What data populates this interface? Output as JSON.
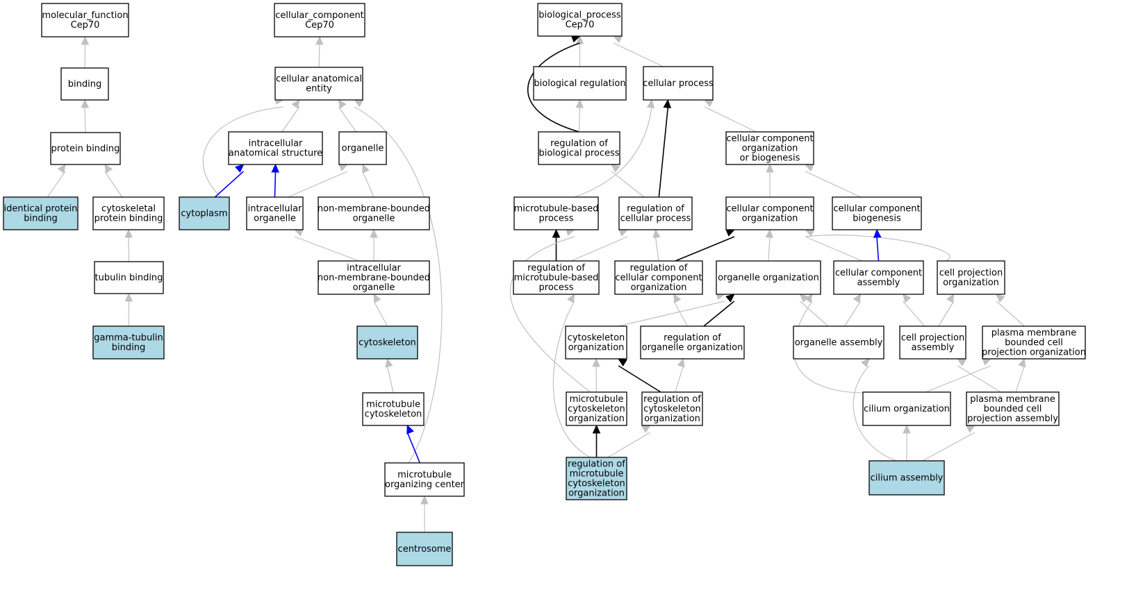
{
  "colors": {
    "highlight_fill": "#add8e6",
    "default_fill": "#ffffff",
    "edge_gray": "#c0c0c0",
    "edge_black": "#000000",
    "edge_blue": "#0000ff"
  },
  "nodes": [
    {
      "id": "mf_root",
      "lines": [
        "molecular_function",
        "Cep70"
      ],
      "highlight": false
    },
    {
      "id": "binding",
      "lines": [
        "binding"
      ],
      "highlight": false
    },
    {
      "id": "protein_binding",
      "lines": [
        "protein binding"
      ],
      "highlight": false
    },
    {
      "id": "identical_protein_binding",
      "lines": [
        "identical protein",
        "binding"
      ],
      "highlight": true
    },
    {
      "id": "cytoskeletal_protein_binding",
      "lines": [
        "cytoskeletal",
        "protein binding"
      ],
      "highlight": false
    },
    {
      "id": "tubulin_binding",
      "lines": [
        "tubulin binding"
      ],
      "highlight": false
    },
    {
      "id": "gamma_tubulin_binding",
      "lines": [
        "gamma-tubulin",
        "binding"
      ],
      "highlight": true
    },
    {
      "id": "cc_root",
      "lines": [
        "cellular_component",
        "Cep70"
      ],
      "highlight": false
    },
    {
      "id": "cellular_anatomical_entity",
      "lines": [
        "cellular anatomical",
        "entity"
      ],
      "highlight": false
    },
    {
      "id": "intracellular_anatomical_structure",
      "lines": [
        "intracellular",
        "anatomical structure"
      ],
      "highlight": false
    },
    {
      "id": "organelle",
      "lines": [
        "organelle"
      ],
      "highlight": false
    },
    {
      "id": "cytoplasm",
      "lines": [
        "cytoplasm"
      ],
      "highlight": true
    },
    {
      "id": "intracellular_organelle",
      "lines": [
        "intracellular",
        "organelle"
      ],
      "highlight": false
    },
    {
      "id": "non_membrane_bounded_organelle",
      "lines": [
        "non-membrane-bounded",
        "organelle"
      ],
      "highlight": false
    },
    {
      "id": "intracellular_nmb_organelle",
      "lines": [
        "intracellular",
        "non-membrane-bounded",
        "organelle"
      ],
      "highlight": false
    },
    {
      "id": "cytoskeleton",
      "lines": [
        "cytoskeleton"
      ],
      "highlight": true
    },
    {
      "id": "microtubule_cytoskeleton",
      "lines": [
        "microtubule",
        "cytoskeleton"
      ],
      "highlight": false
    },
    {
      "id": "microtubule_organizing_center",
      "lines": [
        "microtubule",
        "organizing center"
      ],
      "highlight": false
    },
    {
      "id": "centrosome",
      "lines": [
        "centrosome"
      ],
      "highlight": true
    },
    {
      "id": "bp_root",
      "lines": [
        "biological_process",
        "Cep70"
      ],
      "highlight": false
    },
    {
      "id": "biological_regulation",
      "lines": [
        "biological regulation"
      ],
      "highlight": false
    },
    {
      "id": "cellular_process",
      "lines": [
        "cellular process"
      ],
      "highlight": false
    },
    {
      "id": "regulation_of_biological_process",
      "lines": [
        "regulation of",
        "biological process"
      ],
      "highlight": false
    },
    {
      "id": "ccob",
      "lines": [
        "cellular component",
        "organization",
        "or biogenesis"
      ],
      "highlight": false
    },
    {
      "id": "microtubule_based_process",
      "lines": [
        "microtubule-based",
        "process"
      ],
      "highlight": false
    },
    {
      "id": "regulation_of_cellular_process",
      "lines": [
        "regulation of",
        "cellular process"
      ],
      "highlight": false
    },
    {
      "id": "cc_organization",
      "lines": [
        "cellular component",
        "organization"
      ],
      "highlight": false
    },
    {
      "id": "cc_biogenesis",
      "lines": [
        "cellular component",
        "biogenesis"
      ],
      "highlight": false
    },
    {
      "id": "reg_mt_based_process",
      "lines": [
        "regulation of",
        "microtubule-based",
        "process"
      ],
      "highlight": false
    },
    {
      "id": "reg_cc_organization",
      "lines": [
        "regulation of",
        "cellular component",
        "organization"
      ],
      "highlight": false
    },
    {
      "id": "organelle_organization",
      "lines": [
        "organelle organization"
      ],
      "highlight": false
    },
    {
      "id": "cc_assembly",
      "lines": [
        "cellular component",
        "assembly"
      ],
      "highlight": false
    },
    {
      "id": "cell_projection_organization",
      "lines": [
        "cell projection",
        "organization"
      ],
      "highlight": false
    },
    {
      "id": "cytoskeleton_organization",
      "lines": [
        "cytoskeleton",
        "organization"
      ],
      "highlight": false
    },
    {
      "id": "reg_organelle_organization",
      "lines": [
        "regulation of",
        "organelle organization"
      ],
      "highlight": false
    },
    {
      "id": "organelle_assembly",
      "lines": [
        "organelle assembly"
      ],
      "highlight": false
    },
    {
      "id": "cell_projection_assembly",
      "lines": [
        "cell projection",
        "assembly"
      ],
      "highlight": false
    },
    {
      "id": "pm_bounded_cp_organization",
      "lines": [
        "plasma membrane",
        "bounded cell",
        "projection organization"
      ],
      "highlight": false
    },
    {
      "id": "mt_cytoskeleton_organization",
      "lines": [
        "microtubule",
        "cytoskeleton",
        "organization"
      ],
      "highlight": false
    },
    {
      "id": "reg_cytoskeleton_organization",
      "lines": [
        "regulation of",
        "cytoskeleton",
        "organization"
      ],
      "highlight": false
    },
    {
      "id": "cilium_organization",
      "lines": [
        "cilium organization"
      ],
      "highlight": false
    },
    {
      "id": "pm_bounded_cp_assembly",
      "lines": [
        "plasma membrane",
        "bounded cell",
        "projection assembly"
      ],
      "highlight": false
    },
    {
      "id": "reg_mt_cytoskeleton_organization",
      "lines": [
        "regulation of",
        "microtubule",
        "cytoskeleton",
        "organization"
      ],
      "highlight": true
    },
    {
      "id": "cilium_assembly",
      "lines": [
        "cilium assembly"
      ],
      "highlight": true
    }
  ],
  "edges": [
    {
      "from": "binding",
      "to": "mf_root",
      "kind": "gray"
    },
    {
      "from": "protein_binding",
      "to": "binding",
      "kind": "gray"
    },
    {
      "from": "identical_protein_binding",
      "to": "protein_binding",
      "kind": "gray"
    },
    {
      "from": "cytoskeletal_protein_binding",
      "to": "protein_binding",
      "kind": "gray"
    },
    {
      "from": "tubulin_binding",
      "to": "cytoskeletal_protein_binding",
      "kind": "gray"
    },
    {
      "from": "gamma_tubulin_binding",
      "to": "tubulin_binding",
      "kind": "gray"
    },
    {
      "from": "cellular_anatomical_entity",
      "to": "cc_root",
      "kind": "gray"
    },
    {
      "from": "intracellular_anatomical_structure",
      "to": "cellular_anatomical_entity",
      "kind": "gray"
    },
    {
      "from": "organelle",
      "to": "cellular_anatomical_entity",
      "kind": "gray"
    },
    {
      "from": "cytoplasm",
      "to": "cellular_anatomical_entity",
      "kind": "gray"
    },
    {
      "from": "microtubule_organizing_center",
      "to": "cellular_anatomical_entity",
      "kind": "gray"
    },
    {
      "from": "cytoplasm",
      "to": "intracellular_anatomical_structure",
      "kind": "blue"
    },
    {
      "from": "intracellular_organelle",
      "to": "intracellular_anatomical_structure",
      "kind": "blue"
    },
    {
      "from": "intracellular_organelle",
      "to": "organelle",
      "kind": "gray"
    },
    {
      "from": "non_membrane_bounded_organelle",
      "to": "organelle",
      "kind": "gray"
    },
    {
      "from": "intracellular_nmb_organelle",
      "to": "intracellular_organelle",
      "kind": "gray"
    },
    {
      "from": "intracellular_nmb_organelle",
      "to": "non_membrane_bounded_organelle",
      "kind": "gray"
    },
    {
      "from": "cytoskeleton",
      "to": "intracellular_nmb_organelle",
      "kind": "gray"
    },
    {
      "from": "microtubule_cytoskeleton",
      "to": "cytoskeleton",
      "kind": "gray"
    },
    {
      "from": "microtubule_organizing_center",
      "to": "microtubule_cytoskeleton",
      "kind": "blue"
    },
    {
      "from": "centrosome",
      "to": "microtubule_organizing_center",
      "kind": "gray"
    },
    {
      "from": "biological_regulation",
      "to": "bp_root",
      "kind": "gray"
    },
    {
      "from": "cellular_process",
      "to": "bp_root",
      "kind": "gray"
    },
    {
      "from": "regulation_of_biological_process",
      "to": "bp_root",
      "kind": "black"
    },
    {
      "from": "regulation_of_biological_process",
      "to": "biological_regulation",
      "kind": "gray"
    },
    {
      "from": "ccob",
      "to": "cellular_process",
      "kind": "gray"
    },
    {
      "from": "microtubule_based_process",
      "to": "cellular_process",
      "kind": "gray"
    },
    {
      "from": "regulation_of_cellular_process",
      "to": "cellular_process",
      "kind": "black"
    },
    {
      "from": "regulation_of_cellular_process",
      "to": "regulation_of_biological_process",
      "kind": "gray"
    },
    {
      "from": "cc_organization",
      "to": "ccob",
      "kind": "gray"
    },
    {
      "from": "cc_biogenesis",
      "to": "ccob",
      "kind": "gray"
    },
    {
      "from": "reg_mt_based_process",
      "to": "microtubule_based_process",
      "kind": "black"
    },
    {
      "from": "reg_mt_based_process",
      "to": "regulation_of_cellular_process",
      "kind": "gray"
    },
    {
      "from": "reg_cc_organization",
      "to": "regulation_of_cellular_process",
      "kind": "gray"
    },
    {
      "from": "reg_cc_organization",
      "to": "cc_organization",
      "kind": "black"
    },
    {
      "from": "organelle_organization",
      "to": "cc_organization",
      "kind": "gray"
    },
    {
      "from": "cc_assembly",
      "to": "cc_organization",
      "kind": "gray"
    },
    {
      "from": "cell_projection_organization",
      "to": "cc_organization",
      "kind": "gray"
    },
    {
      "from": "cc_assembly",
      "to": "cc_biogenesis",
      "kind": "blue"
    },
    {
      "from": "cytoskeleton_organization",
      "to": "organelle_organization",
      "kind": "gray"
    },
    {
      "from": "reg_organelle_organization",
      "to": "organelle_organization",
      "kind": "black"
    },
    {
      "from": "reg_organelle_organization",
      "to": "reg_cc_organization",
      "kind": "gray"
    },
    {
      "from": "organelle_assembly",
      "to": "organelle_organization",
      "kind": "gray"
    },
    {
      "from": "organelle_assembly",
      "to": "cc_assembly",
      "kind": "gray"
    },
    {
      "from": "cell_projection_assembly",
      "to": "cc_assembly",
      "kind": "gray"
    },
    {
      "from": "cell_projection_assembly",
      "to": "cell_projection_organization",
      "kind": "gray"
    },
    {
      "from": "pm_bounded_cp_organization",
      "to": "cell_projection_organization",
      "kind": "gray"
    },
    {
      "from": "mt_cytoskeleton_organization",
      "to": "cytoskeleton_organization",
      "kind": "gray"
    },
    {
      "from": "mt_cytoskeleton_organization",
      "to": "microtubule_based_process",
      "kind": "gray"
    },
    {
      "from": "reg_cytoskeleton_organization",
      "to": "cytoskeleton_organization",
      "kind": "black"
    },
    {
      "from": "reg_cytoskeleton_organization",
      "to": "reg_organelle_organization",
      "kind": "gray"
    },
    {
      "from": "cilium_organization",
      "to": "organelle_organization",
      "kind": "gray"
    },
    {
      "from": "cilium_organization",
      "to": "pm_bounded_cp_organization",
      "kind": "gray"
    },
    {
      "from": "pm_bounded_cp_assembly",
      "to": "cell_projection_assembly",
      "kind": "gray"
    },
    {
      "from": "pm_bounded_cp_assembly",
      "to": "pm_bounded_cp_organization",
      "kind": "gray"
    },
    {
      "from": "reg_mt_cytoskeleton_organization",
      "to": "mt_cytoskeleton_organization",
      "kind": "black"
    },
    {
      "from": "reg_mt_cytoskeleton_organization",
      "to": "reg_cytoskeleton_organization",
      "kind": "gray"
    },
    {
      "from": "reg_mt_cytoskeleton_organization",
      "to": "reg_mt_based_process",
      "kind": "gray"
    },
    {
      "from": "cilium_assembly",
      "to": "cilium_organization",
      "kind": "gray"
    },
    {
      "from": "cilium_assembly",
      "to": "pm_bounded_cp_assembly",
      "kind": "gray"
    },
    {
      "from": "cilium_assembly",
      "to": "organelle_assembly",
      "kind": "gray"
    }
  ]
}
